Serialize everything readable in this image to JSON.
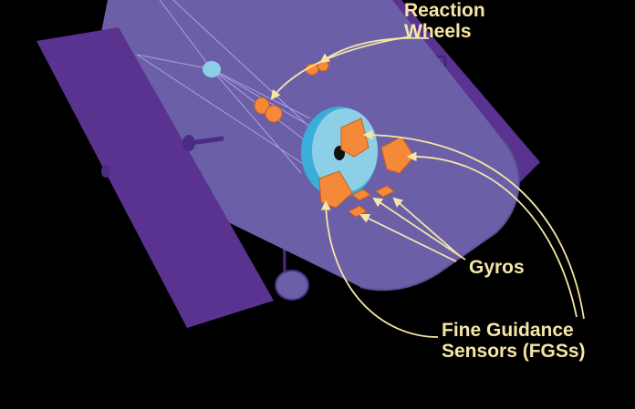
{
  "labels": {
    "reaction_wheels": [
      "Reaction",
      "Wheels"
    ],
    "gyros": "Gyros",
    "fine_guidance_sensors": [
      "Fine Guidance",
      "Sensors (FGSs)"
    ]
  },
  "colors": {
    "background": "#000000",
    "telescope_body": "#6b5fa8",
    "solar_panel": "#5a3290",
    "aperture_disk": "#8ecfe8",
    "aperture_rim": "#3aaed8",
    "component_orange": "#f5893a",
    "label_text": "#f5e6a6",
    "leader_line": "#f5e6a6"
  }
}
